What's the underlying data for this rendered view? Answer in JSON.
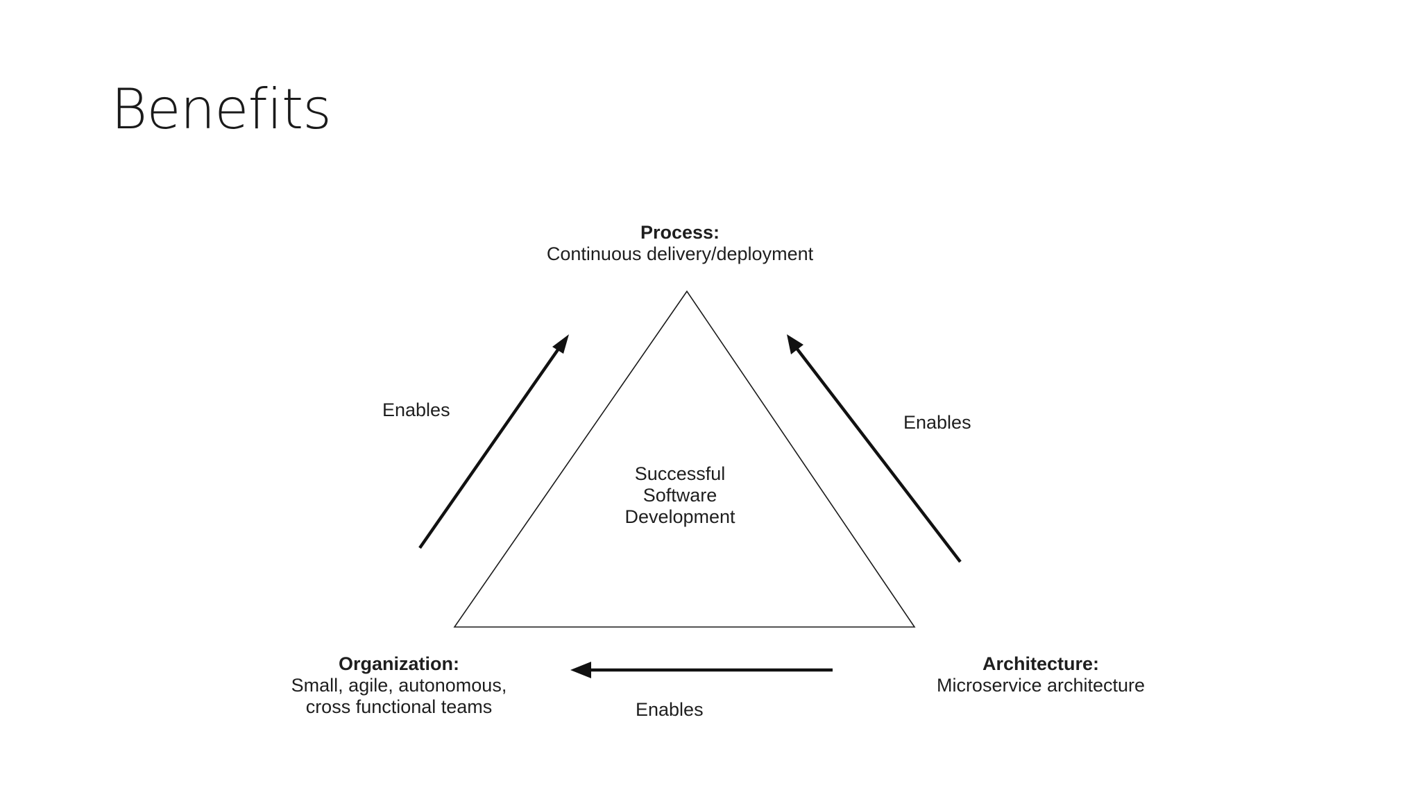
{
  "slide": {
    "title": "Benefits"
  },
  "diagram": {
    "process": {
      "heading": "Process:",
      "text": "Continuous delivery/deployment"
    },
    "organization": {
      "heading": "Organization:",
      "lines": [
        "Small, agile, autonomous,",
        "cross functional teams"
      ]
    },
    "architecture": {
      "heading": "Architecture:",
      "text": "Microservice architecture"
    },
    "center": {
      "lines": [
        "Successful",
        "Software",
        "Development"
      ]
    },
    "edges": {
      "left": "Enables",
      "right": "Enables",
      "bottom": "Enables"
    },
    "colors": {
      "stroke": "#1a1a1a",
      "text": "#1e1e1e"
    }
  }
}
